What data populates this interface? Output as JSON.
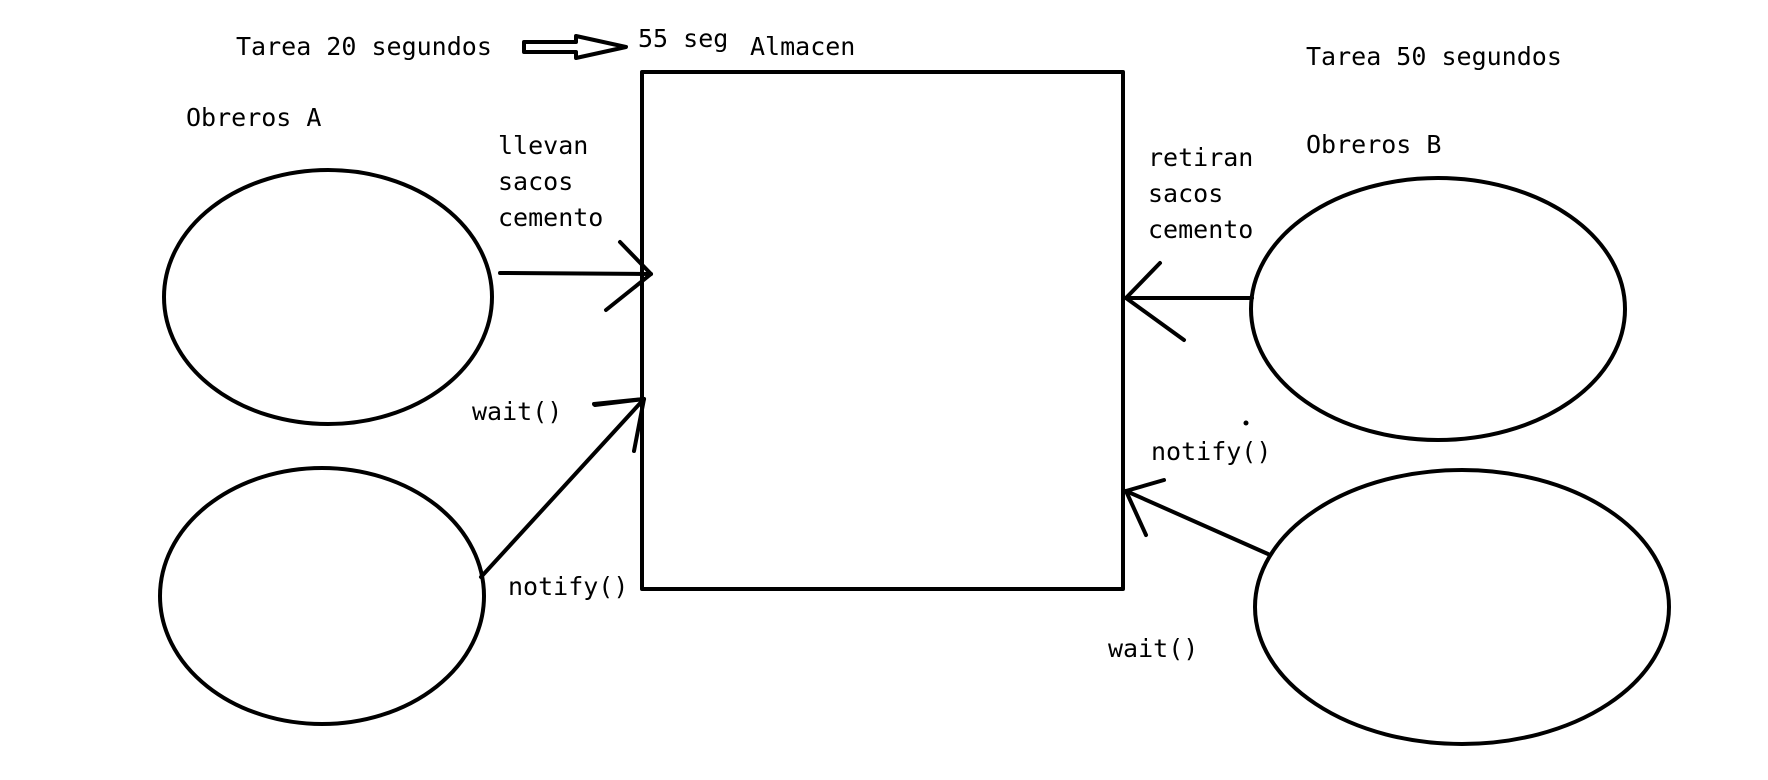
{
  "diagram": {
    "task_a_label": "Tarea 20 segundos",
    "task_b_label": "Tarea 50 segundos",
    "time_label": "55 seg",
    "warehouse_label": "Almacen",
    "group_a_label": "Obreros A",
    "group_b_label": "Obreros B",
    "deliver_line1": "llevan",
    "deliver_line2": "sacos",
    "deliver_line3": "cemento",
    "withdraw_line1": "retiran",
    "withdraw_line2": "sacos",
    "withdraw_line3": "cemento",
    "wait_left": "wait()",
    "notify_left": "notify()",
    "notify_right": "notify()",
    "wait_right": "wait()"
  }
}
